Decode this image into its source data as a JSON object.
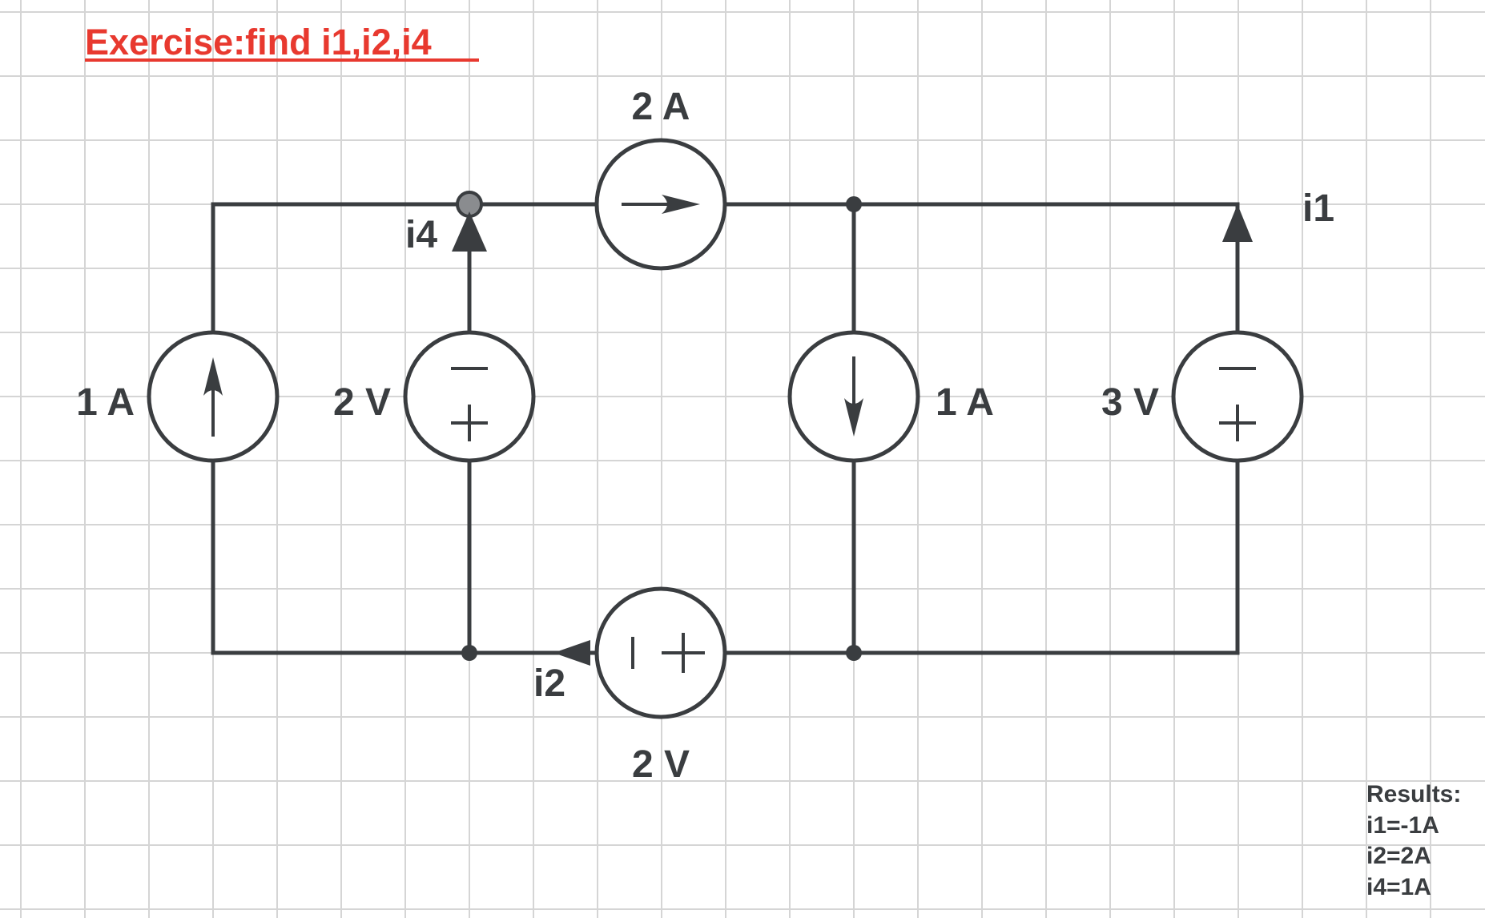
{
  "title": "Exercise:find i1,i2,i4",
  "colors": {
    "title": "#e8392f",
    "ink": "#3a3d40",
    "grid": "#d5d5d5",
    "background": "#ffffff"
  },
  "labels": {
    "top_current_source": "2 A",
    "left_current_source": "1 A",
    "left_voltage_source": "2 V",
    "right_current_source": "1 A",
    "right_voltage_source": "3 V",
    "bottom_voltage_source": "2 V",
    "current_i1": "i1",
    "current_i2": "i2",
    "current_i4": "i4"
  },
  "results": {
    "heading": "Results:",
    "i1": "i1=-1A",
    "i2": "i2=2A",
    "i4": "i4=1A"
  },
  "icons": {
    "current_source": "circle-with-arrow",
    "voltage_source": "circle-with-plus-minus",
    "current_marker": "filled-triangle-arrow",
    "node": "filled-dot"
  }
}
